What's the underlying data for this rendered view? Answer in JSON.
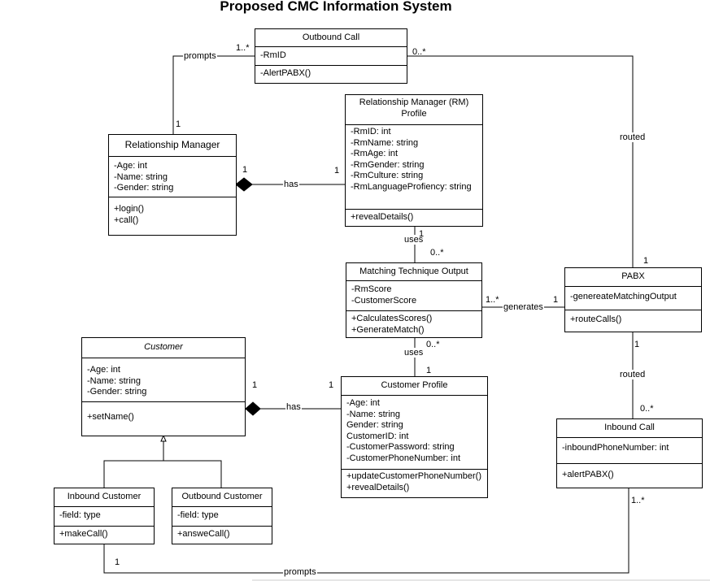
{
  "title": "Proposed CMC Information System",
  "classes": {
    "outbound_call": {
      "name": "Outbound Call",
      "attributes": [
        "-RmID"
      ],
      "methods": [
        "-AlertPABX()"
      ]
    },
    "rm_profile": {
      "name_line1": "Relationship Manager (RM)",
      "name_line2": "Profile",
      "attributes": [
        "-RmID: int",
        "-RmName: string",
        "-RmAge: int",
        "-RmGender: string",
        "-RmCulture: string",
        "-RmLanguageProfiency: string"
      ],
      "methods": [
        "+revealDetails()"
      ]
    },
    "relationship_manager": {
      "name": "Relationship Manager",
      "attributes": [
        "-Age: int",
        "-Name: string",
        "-Gender: string"
      ],
      "methods": [
        "+login()",
        "+call()"
      ]
    },
    "matching_output": {
      "name": "Matching Technique Output",
      "attributes": [
        "-RmScore",
        "-CustomerScore"
      ],
      "methods": [
        "+CalculatesScores()",
        "+GenerateMatch()"
      ]
    },
    "pabx": {
      "name": "PABX",
      "attributes": [
        "-genereateMatchingOutput"
      ],
      "methods": [
        "+routeCalls()"
      ]
    },
    "customer": {
      "name": "Customer",
      "attributes": [
        "-Age: int",
        "-Name: string",
        "-Gender: string"
      ],
      "methods": [
        "+setName()"
      ]
    },
    "customer_profile": {
      "name": "Customer Profile",
      "attributes": [
        "-Age: int",
        "-Name: string",
        "Gender: string",
        "CustomerID: int",
        "-CustomerPassword: string",
        "-CustomerPhoneNumber: int"
      ],
      "methods": [
        "+updateCustomerPhoneNumber()",
        "+revealDetails()"
      ]
    },
    "inbound_call": {
      "name": "Inbound Call",
      "attributes": [
        "-inboundPhoneNumber: int"
      ],
      "methods": [
        "+alertPABX()"
      ]
    },
    "inbound_customer": {
      "name": "Inbound Customer",
      "attributes": [
        "-field: type"
      ],
      "methods": [
        "+makeCall()"
      ]
    },
    "outbound_customer": {
      "name": "Outbound Customer",
      "attributes": [
        "-field: type"
      ],
      "methods": [
        "+answeCall()"
      ]
    }
  },
  "labels": {
    "prompts_top": "prompts",
    "prompts_bottom": "prompts",
    "has_rm": "has",
    "has_customer": "has",
    "uses_top": "uses",
    "uses_bottom": "uses",
    "generates": "generates",
    "routed_top": "routed",
    "routed_bottom": "routed"
  },
  "multiplicities": {
    "oc_rm_left": "1..*",
    "oc_right": "0..*",
    "rm_prompts": "1",
    "rm_has": "1",
    "rmprofile_has": "1",
    "rmprofile_uses": "1",
    "mto_uses_top": "0..*",
    "pabx_routed_top": "1",
    "mto_generates": "1..*",
    "pabx_generates": "1",
    "mto_uses_bottom": "0..*",
    "cp_uses": "1",
    "customer_has": "1",
    "cp_has": "1",
    "pabx_routed_bottom": "1",
    "ic_routed": "0..*",
    "ic_prompts": "1..*",
    "incust_prompts": "1"
  }
}
